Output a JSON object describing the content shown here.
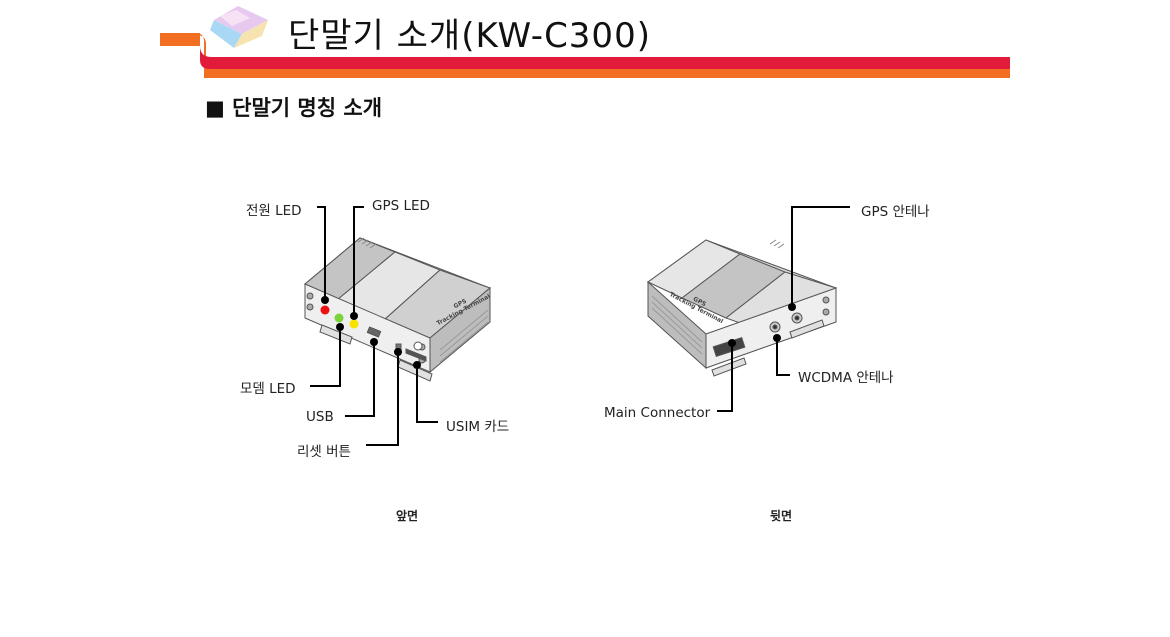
{
  "header": {
    "title": "단말기 소개(KW-C300)"
  },
  "section": {
    "title": "■ 단말기 명칭 소개"
  },
  "front": {
    "caption": "앞면",
    "labels": {
      "power_led": "전원 LED",
      "gps_led": "GPS LED",
      "modem_led": "모뎀 LED",
      "usb": "USB",
      "reset": "리셋 버튼",
      "usim": "USIM 카드"
    }
  },
  "back": {
    "caption": "뒷면",
    "labels": {
      "gps_antenna": "GPS 안테나",
      "wcdma_antenna": "WCDMA 안테나",
      "main_connector": "Main Connector"
    }
  },
  "device_text": {
    "line1": "GPS",
    "line2": "Tracking Terminal"
  },
  "colors": {
    "banner_red": "#e31b3a",
    "banner_orange": "#f26f21",
    "led_power": "#ee1111",
    "led_modem": "#7ad33a",
    "led_gps": "#f4e400"
  }
}
